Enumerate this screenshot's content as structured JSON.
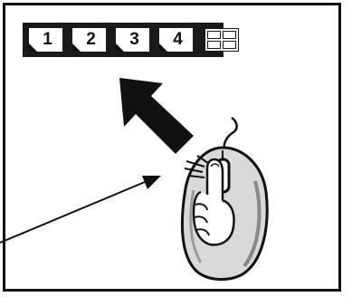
{
  "toolbar": {
    "buttons": [
      {
        "label": "1"
      },
      {
        "label": "2"
      },
      {
        "label": "3"
      },
      {
        "label": "4"
      }
    ],
    "grid_icon": "quad-split-icon"
  },
  "icons": {
    "big_arrow": "arrow-up-left-icon",
    "mouse": "mouse-icon",
    "hand": "hand-click-icon",
    "pointer_line": "pointer-arrow-icon"
  },
  "colors": {
    "ink": "#111111",
    "mouse_body": "#d9d9d9",
    "background": "#ffffff"
  }
}
